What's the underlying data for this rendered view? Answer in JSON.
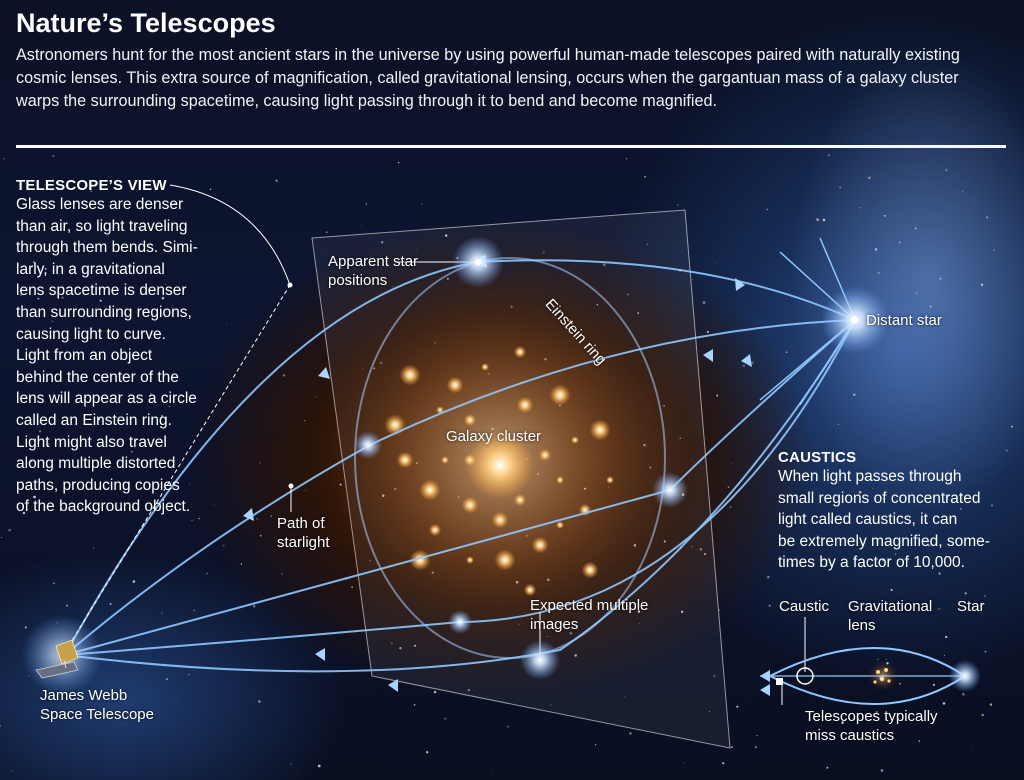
{
  "title": "Nature’s Telescopes",
  "intro": "Astronomers hunt for the most ancient stars in the universe by using powerful human-made telescopes paired with naturally existing cosmic lenses. This extra source of magnification, called gravitational lensing, occurs when the gargantuan mass of a galaxy cluster warps the surrounding spacetime, causing light passing through it to bend and become magnified.",
  "telescope_view": {
    "heading": "TELESCOPE’S VIEW",
    "body": "Glass lenses are denser\nthan air, so light traveling\nthrough them bends. Simi-\nlarly, in a gravitational\nlens spacetime is denser\nthan surrounding regions,\ncausing light to curve.\nLight from an object\nbehind the center of the\nlens will appear as a circle\ncalled an Einstein ring.\nLight might also travel\nalong multiple distorted\npaths, producing copies\nof the background object."
  },
  "caustics": {
    "heading": "CAUSTICS",
    "body": "When light passes through\nsmall regions of concentrated\nlight called caustics, it can\nbe extremely magnified, some-\ntimes by a factor of 10,000."
  },
  "labels": {
    "apparent_star": "Apparent star\npositions",
    "einstein_ring": "Einstein ring",
    "distant_star": "Distant star",
    "galaxy_cluster": "Galaxy cluster",
    "path_of_starlight": "Path of\nstarlight",
    "expected_images": "Expected multiple\nimages",
    "jwst": "James Webb\nSpace Telescope",
    "caustic": "Caustic",
    "grav_lens": "Gravitational\nlens",
    "star": "Star",
    "miss_caustics": "Telescopes typically\nmiss caustics"
  },
  "colors": {
    "light_path": "#8ec8ff",
    "star_glow": "#ffffff",
    "galaxy_glow": "#ffc46b",
    "lens_plane": "#ffffff"
  }
}
